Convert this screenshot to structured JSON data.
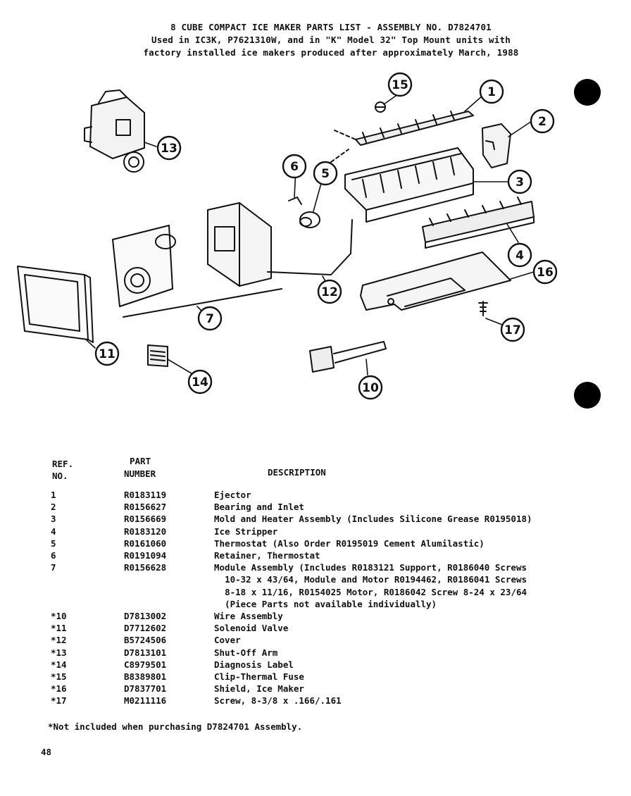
{
  "header": {
    "line1": "8 CUBE COMPACT ICE MAKER PARTS LIST - ASSEMBLY NO. D7824701",
    "line2": "Used in IC3K, P7621310W, and in \"K\" Model 32\" Top Mount units with",
    "line3": "factory installed ice makers produced after approximately March, 1988"
  },
  "callouts": [
    "1",
    "2",
    "3",
    "4",
    "5",
    "6",
    "7",
    "10",
    "11",
    "12",
    "13",
    "14",
    "15",
    "16",
    "17"
  ],
  "table": {
    "col_ref_line1": "REF.",
    "col_ref_line2": "NO.",
    "col_part_line1": "PART",
    "col_part_line2": "NUMBER",
    "col_desc": "DESCRIPTION",
    "rows": [
      {
        "ref": "1",
        "part": "R0183119",
        "desc": "Ejector"
      },
      {
        "ref": "2",
        "part": "R0156627",
        "desc": "Bearing and Inlet"
      },
      {
        "ref": "3",
        "part": "R0156669",
        "desc": "Mold and Heater Assembly (Includes Silicone Grease R0195018)"
      },
      {
        "ref": "4",
        "part": "R0183120",
        "desc": "Ice Stripper"
      },
      {
        "ref": "5",
        "part": "R0161060",
        "desc": "Thermostat (Also Order R0195019 Cement Alumilastic)"
      },
      {
        "ref": "6",
        "part": "R0191094",
        "desc": "Retainer, Thermostat"
      },
      {
        "ref": "7",
        "part": "R0156628",
        "desc": "Module Assembly (Includes R0183121 Support, R0186040 Screws\n  10-32 x 43/64, Module and Motor R0194462, R0186041 Screws\n  8-18 x 11/16, R0154025 Motor, R0186042 Screw 8-24 x 23/64\n  (Piece Parts not available individually)"
      },
      {
        "ref": "*10",
        "part": "D7813002",
        "desc": "Wire Assembly"
      },
      {
        "ref": "*11",
        "part": "D7712602",
        "desc": "Solenoid Valve"
      },
      {
        "ref": "*12",
        "part": "B5724506",
        "desc": "Cover"
      },
      {
        "ref": "*13",
        "part": "D7813101",
        "desc": "Shut-Off Arm"
      },
      {
        "ref": "*14",
        "part": "C8979501",
        "desc": "Diagnosis Label"
      },
      {
        "ref": "*15",
        "part": "B8389801",
        "desc": "Clip-Thermal Fuse"
      },
      {
        "ref": "*16",
        "part": "D7837701",
        "desc": "Shield, Ice Maker"
      },
      {
        "ref": "*17",
        "part": "M0211116",
        "desc": "Screw, 8-3/8 x .166/.161"
      }
    ]
  },
  "footnote": "*Not included when purchasing D7824701 Assembly.",
  "page_number": "48"
}
